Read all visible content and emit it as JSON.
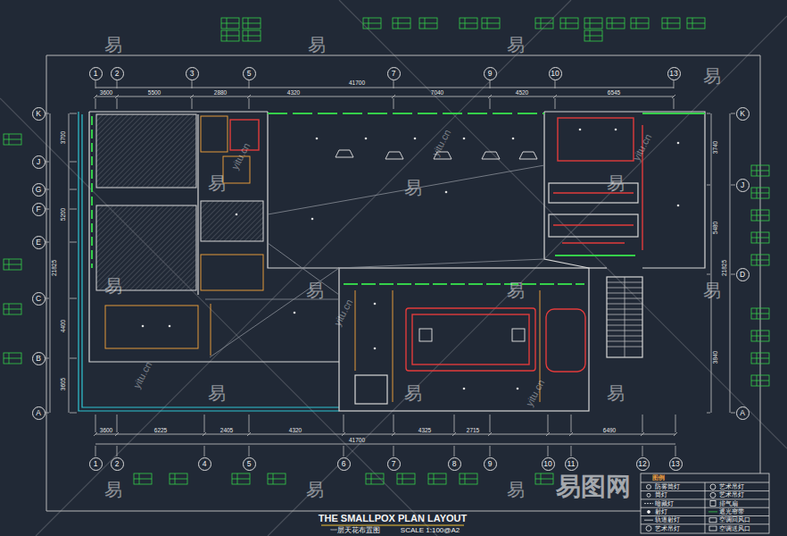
{
  "diagram": {
    "title": "THE SMALLPOX PLAN LAYOUT",
    "caption": "一层天花布置图",
    "nodes": [
      {
        "text": [
          "1"
        ]
      },
      {
        "text": [
          "2"
        ]
      },
      {
        "text": [
          "3"
        ]
      },
      {
        "text": [
          "5"
        ]
      },
      {
        "text": [
          "7"
        ]
      },
      {
        "text": [
          "9"
        ]
      },
      {
        "text": [
          "10"
        ]
      },
      {
        "text": [
          "13"
        ]
      },
      {
        "text": [
          "K"
        ]
      },
      {
        "text": [
          "J"
        ]
      },
      {
        "text": [
          "G"
        ]
      },
      {
        "text": [
          "F"
        ]
      },
      {
        "text": [
          "E"
        ]
      },
      {
        "text": [
          "C"
        ]
      },
      {
        "text": [
          "B"
        ]
      },
      {
        "text": [
          "A"
        ]
      },
      {
        "text": [
          "K"
        ]
      },
      {
        "text": [
          "J"
        ]
      },
      {
        "text": [
          "D"
        ]
      },
      {
        "text": [
          "A"
        ]
      },
      {
        "text": [
          "1"
        ]
      },
      {
        "text": [
          "2"
        ]
      },
      {
        "text": [
          "4"
        ]
      },
      {
        "text": [
          "5"
        ]
      },
      {
        "text": [
          "6"
        ]
      },
      {
        "text": [
          "7"
        ]
      },
      {
        "text": [
          "8"
        ]
      },
      {
        "text": [
          "9"
        ]
      },
      {
        "text": [
          "10"
        ]
      },
      {
        "text": [
          "11"
        ]
      },
      {
        "text": [
          "12"
        ]
      },
      {
        "text": [
          "13"
        ]
      }
    ],
    "labels": [
      "41700",
      "3600",
      "5500",
      "2880",
      "4320",
      "7040",
      "4520",
      "6545",
      "41700",
      "3600",
      "6225",
      "2405",
      "4320",
      "4325",
      "2715",
      "6490",
      "21825",
      "3700",
      "5200",
      "4400",
      "3605",
      "21825",
      "3740",
      "5480",
      "3840",
      "图例",
      "易",
      "易",
      "易",
      "易",
      "易",
      "易",
      "易",
      "易",
      "易",
      "易",
      "易",
      "易",
      "易",
      "易",
      "易",
      "易",
      "易",
      "yitu.cn",
      "yitu.cn",
      "yitu.cn",
      "yitu.cn",
      "yitu.cn",
      "yitu.cn",
      "易图网",
      "SCALE 1:100@A2"
    ],
    "legend": [
      {
        "text": "防雾筒灯"
      },
      {
        "text": "艺术吊灯"
      },
      {
        "text": "筒灯"
      },
      {
        "text": "艺术吊灯"
      },
      {
        "text": "暗藏灯"
      },
      {
        "text": "排气扇"
      },
      {
        "text": "射灯"
      },
      {
        "text": "遮光帘带"
      },
      {
        "text": "轨道射灯"
      },
      {
        "text": "空调回风口"
      },
      {
        "text": "艺术吊灯"
      },
      {
        "text": "空调送风口"
      }
    ]
  }
}
